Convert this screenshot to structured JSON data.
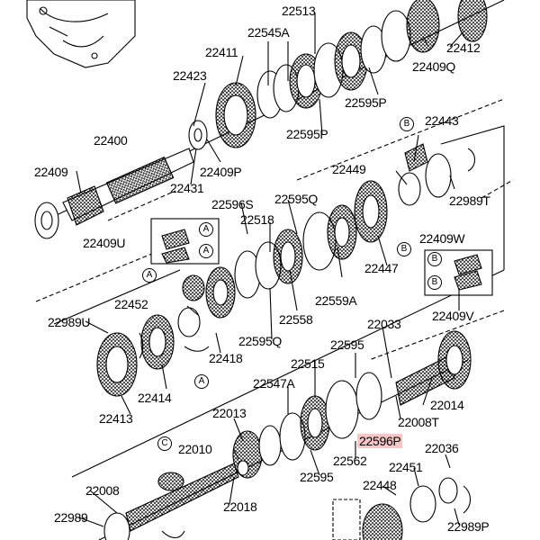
{
  "labels": {
    "p22513": "22513",
    "p22412": "22412",
    "p22409q": "22409Q",
    "p22545a": "22545A",
    "p22411": "22411",
    "p22423": "22423",
    "p22595p_top": "22595P",
    "p22595p_mid": "22595P",
    "p22400": "22400",
    "p22409p": "22409P",
    "p22409": "22409",
    "p22431": "22431",
    "p22443": "22443",
    "p22449": "22449",
    "p22989t": "22989T",
    "p22596s": "22596S",
    "p22595q": "22595Q",
    "p22518": "22518",
    "p22409u": "22409U",
    "p22409w": "22409W",
    "p22447": "22447",
    "p22559a": "22559A",
    "p22452": "22452",
    "p22558": "22558",
    "p22409v": "22409V",
    "p22989u": "22989U",
    "p22033": "22033",
    "p22595": "22595",
    "p22595q_low": "22595Q",
    "p22418": "22418",
    "p22515": "22515",
    "p22547a": "22547A",
    "p22414": "22414",
    "p22014": "22014",
    "p22013": "22013",
    "p22413": "22413",
    "p22008t": "22008T",
    "p22596p": "22596P",
    "p22036": "22036",
    "p22010": "22010",
    "p22562": "22562",
    "p22451": "22451",
    "p22595_low": "22595",
    "p22448": "22448",
    "p22008": "22008",
    "p22018": "22018",
    "p22989": "22989",
    "p22989p": "22989P"
  },
  "markers": {
    "a1": "A",
    "a2": "A",
    "a3": "A",
    "a4": "A",
    "b1": "B",
    "b2": "B",
    "b3": "B",
    "b4": "B",
    "c1": "C"
  },
  "highlight_color": "#f7c6c6"
}
